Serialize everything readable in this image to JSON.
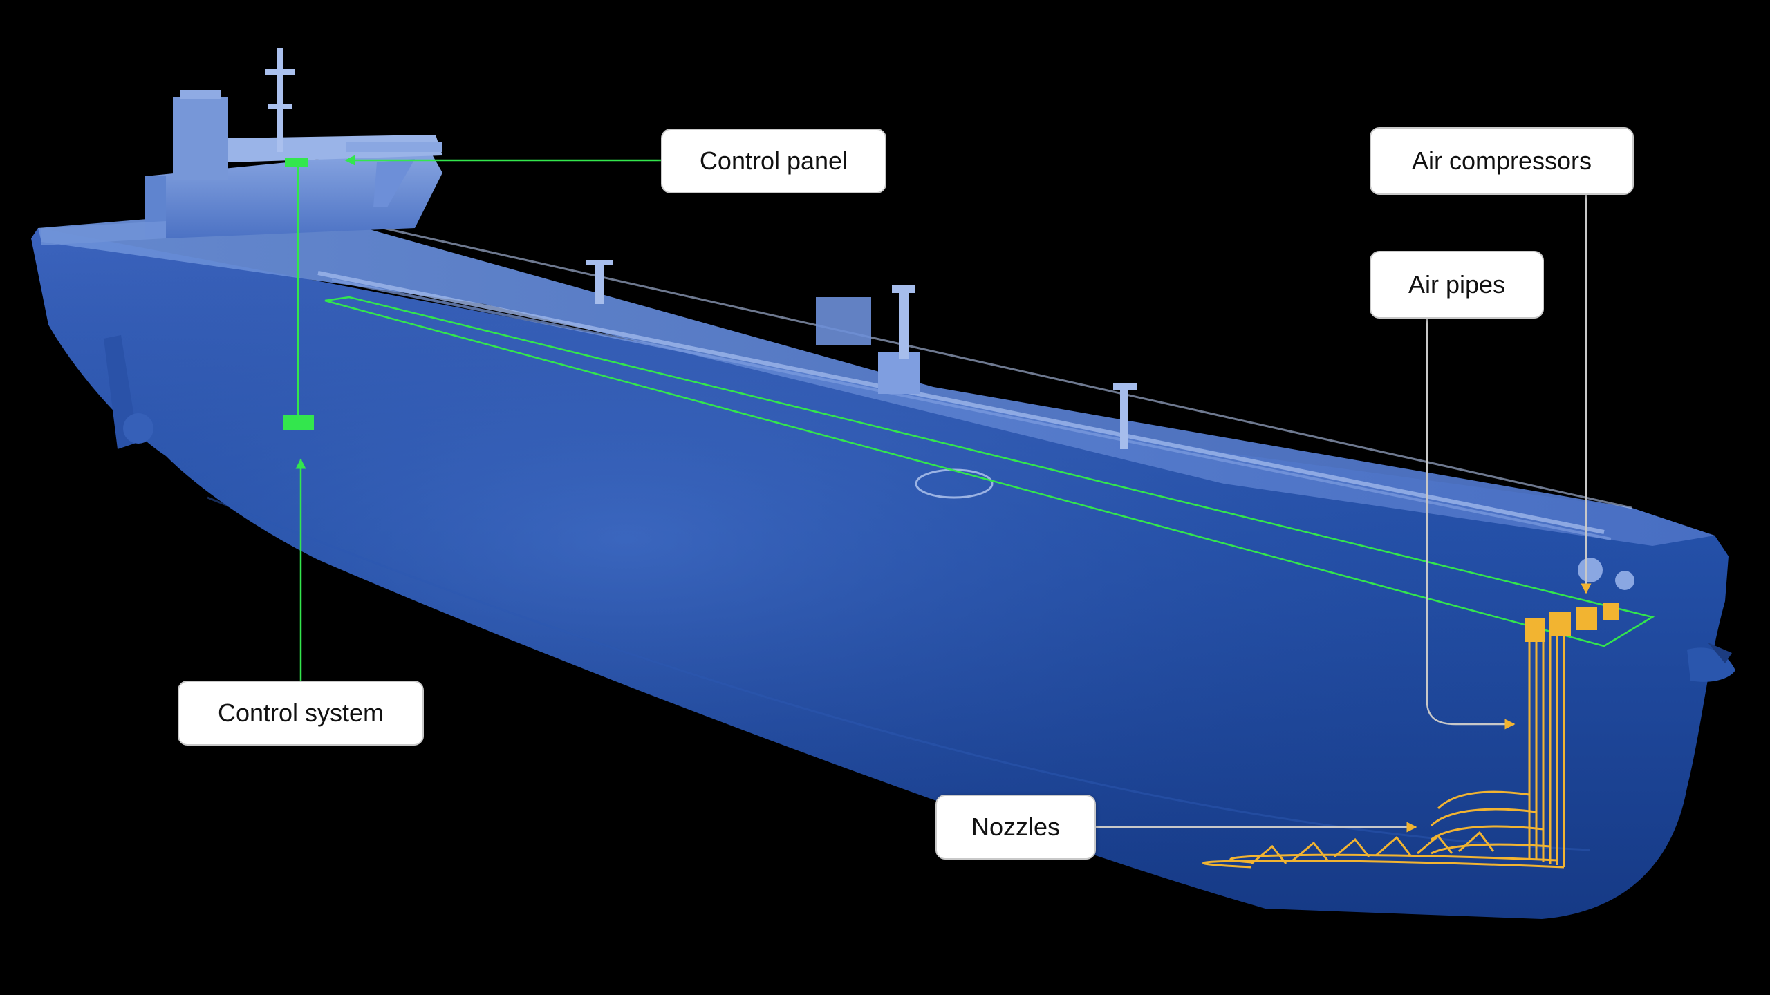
{
  "labels": {
    "control_panel": "Control panel",
    "air_compressors": "Air compressors",
    "air_pipes": "Air pipes",
    "control_system": "Control system",
    "nozzles": "Nozzles"
  },
  "colors": {
    "background": "#000000",
    "hull": "#1f4fa8",
    "hull_light": "#5f86d4",
    "control_green": "#33e64d",
    "air_yellow": "#f2b431",
    "callout_bg": "#ffffff",
    "leader_grey": "#c8c8c8"
  }
}
